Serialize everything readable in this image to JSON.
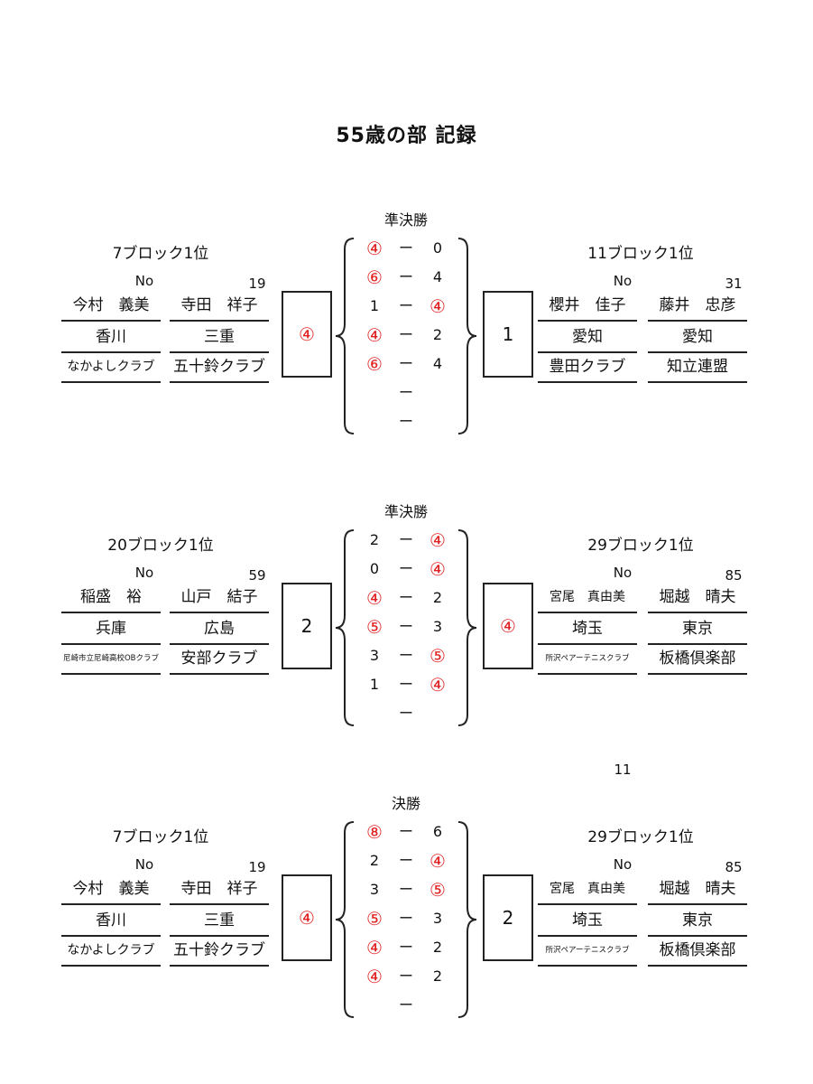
{
  "title": "55歳の部 記録",
  "matches": [
    {
      "stage": "準決勝",
      "extra_number": "",
      "left": {
        "block": "7ブロック1位",
        "no_label": "No",
        "number": "19",
        "players": [
          "今村　義美",
          "寺田　祥子"
        ],
        "prefs": [
          "香川",
          "三重"
        ],
        "clubs": [
          "なかよしクラブ",
          "五十鈴クラブ"
        ]
      },
      "left_total": "④",
      "right_total": "1",
      "scores": [
        {
          "l": "④",
          "d": "ー",
          "r": "0"
        },
        {
          "l": "⑥",
          "d": "ー",
          "r": "4"
        },
        {
          "l": "1",
          "d": "ー",
          "r": "④"
        },
        {
          "l": "④",
          "d": "ー",
          "r": "2"
        },
        {
          "l": "⑥",
          "d": "ー",
          "r": "4"
        },
        {
          "l": "",
          "d": "ー",
          "r": ""
        },
        {
          "l": "",
          "d": "ー",
          "r": ""
        }
      ],
      "right": {
        "block": "11ブロック1位",
        "no_label": "No",
        "number": "31",
        "players": [
          "櫻井　佳子",
          "藤井　忠彦"
        ],
        "prefs": [
          "愛知",
          "愛知"
        ],
        "clubs": [
          "豊田クラブ",
          "知立連盟"
        ]
      }
    },
    {
      "stage": "準決勝",
      "extra_number": "",
      "left": {
        "block": "20ブロック1位",
        "no_label": "No",
        "number": "59",
        "players": [
          "稲盛　裕",
          "山戸　結子"
        ],
        "prefs": [
          "兵庫",
          "広島"
        ],
        "clubs": [
          "尼崎市立尼崎高校OBクラブ",
          "安部クラブ"
        ]
      },
      "left_total": "2",
      "right_total": "④",
      "scores": [
        {
          "l": "2",
          "d": "ー",
          "r": "④"
        },
        {
          "l": "0",
          "d": "ー",
          "r": "④"
        },
        {
          "l": "④",
          "d": "ー",
          "r": "2"
        },
        {
          "l": "⑤",
          "d": "ー",
          "r": "3"
        },
        {
          "l": "3",
          "d": "ー",
          "r": "⑤"
        },
        {
          "l": "1",
          "d": "ー",
          "r": "④"
        },
        {
          "l": "",
          "d": "ー",
          "r": ""
        }
      ],
      "right": {
        "block": "29ブロック1位",
        "no_label": "No",
        "number": "85",
        "players": [
          "宮尾　真由美",
          "堀越　晴夫"
        ],
        "prefs": [
          "埼玉",
          "東京"
        ],
        "clubs": [
          "所沢ペアーテニスクラブ",
          "板橋倶楽部"
        ]
      }
    },
    {
      "stage": "決勝",
      "extra_number": "11",
      "left": {
        "block": "7ブロック1位",
        "no_label": "No",
        "number": "19",
        "players": [
          "今村　義美",
          "寺田　祥子"
        ],
        "prefs": [
          "香川",
          "三重"
        ],
        "clubs": [
          "なかよしクラブ",
          "五十鈴クラブ"
        ]
      },
      "left_total": "④",
      "right_total": "2",
      "scores": [
        {
          "l": "⑧",
          "d": "ー",
          "r": "6"
        },
        {
          "l": "2",
          "d": "ー",
          "r": "④"
        },
        {
          "l": "3",
          "d": "ー",
          "r": "⑤"
        },
        {
          "l": "⑤",
          "d": "ー",
          "r": "3"
        },
        {
          "l": "④",
          "d": "ー",
          "r": "2"
        },
        {
          "l": "④",
          "d": "ー",
          "r": "2"
        },
        {
          "l": "",
          "d": "ー",
          "r": ""
        }
      ],
      "right": {
        "block": "29ブロック1位",
        "no_label": "No",
        "number": "85",
        "players": [
          "宮尾　真由美",
          "堀越　晴夫"
        ],
        "prefs": [
          "埼玉",
          "東京"
        ],
        "clubs": [
          "所沢ペアーテニスクラブ",
          "板橋倶楽部"
        ]
      }
    }
  ]
}
